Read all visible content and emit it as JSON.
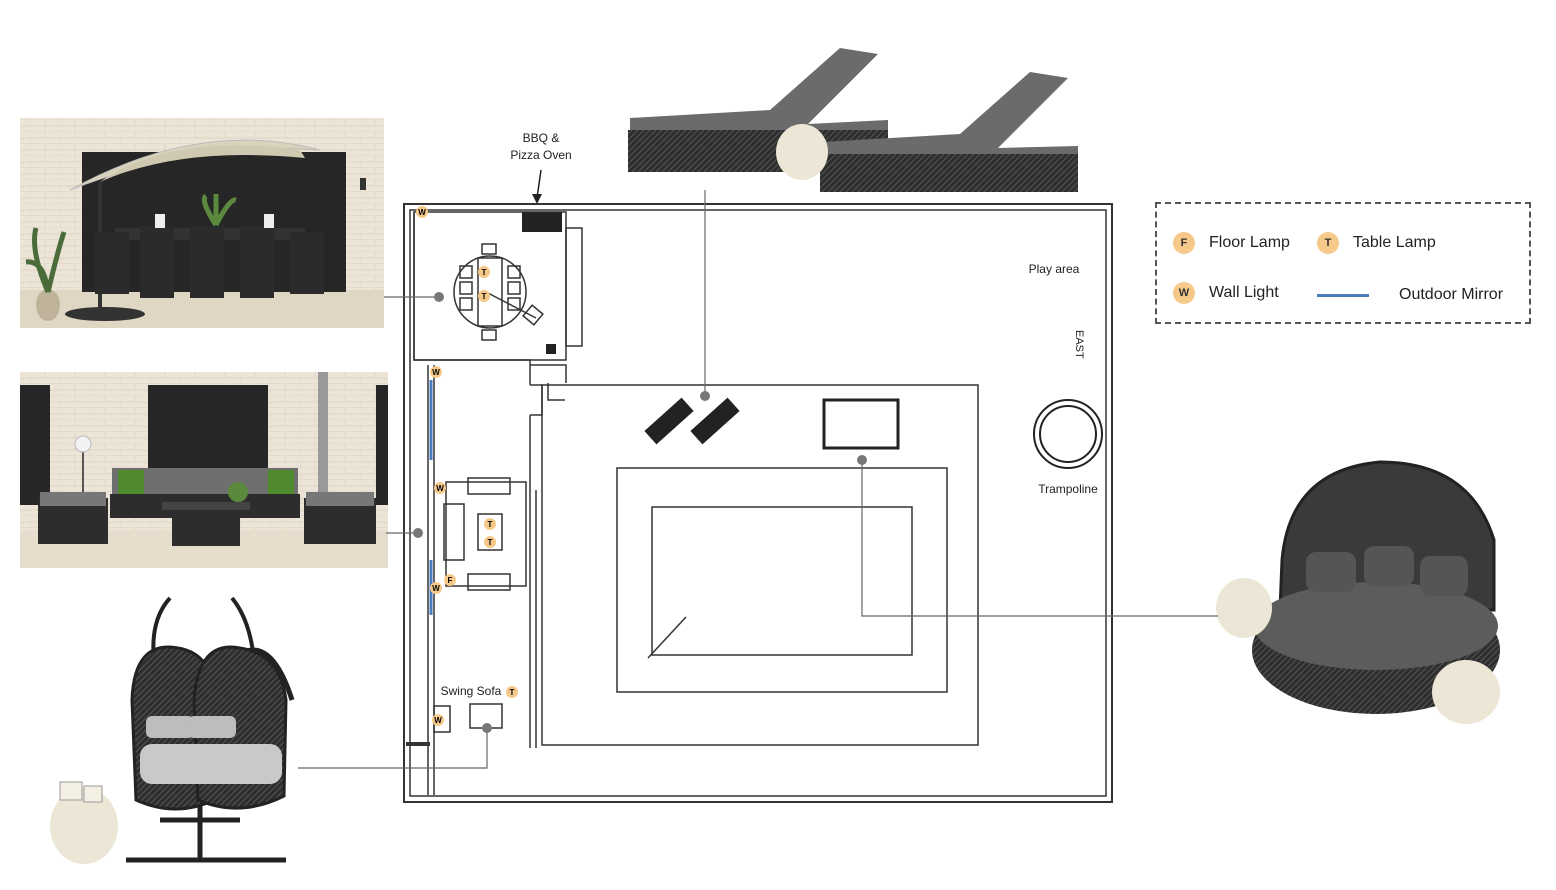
{
  "labels": {
    "bbq": "BBQ &",
    "bbq2": "Pizza Oven",
    "play_area": "Play area",
    "east": "EAST",
    "trampoline": "Trampoline",
    "swing_sofa": "Swing Sofa"
  },
  "legend": {
    "floor_lamp": {
      "badge": "F",
      "label": "Floor Lamp"
    },
    "table_lamp": {
      "badge": "T",
      "label": "Table Lamp"
    },
    "wall_light": {
      "badge": "W",
      "label": "Wall Light"
    },
    "outdoor_mirror": {
      "label": "Outdoor Mirror"
    }
  },
  "markers": {
    "w": "W",
    "t": "T",
    "f": "F"
  },
  "colors": {
    "badge": "#f6c98a",
    "mirror": "#4a7cc0",
    "wall": "#333333",
    "line": "#666666"
  }
}
